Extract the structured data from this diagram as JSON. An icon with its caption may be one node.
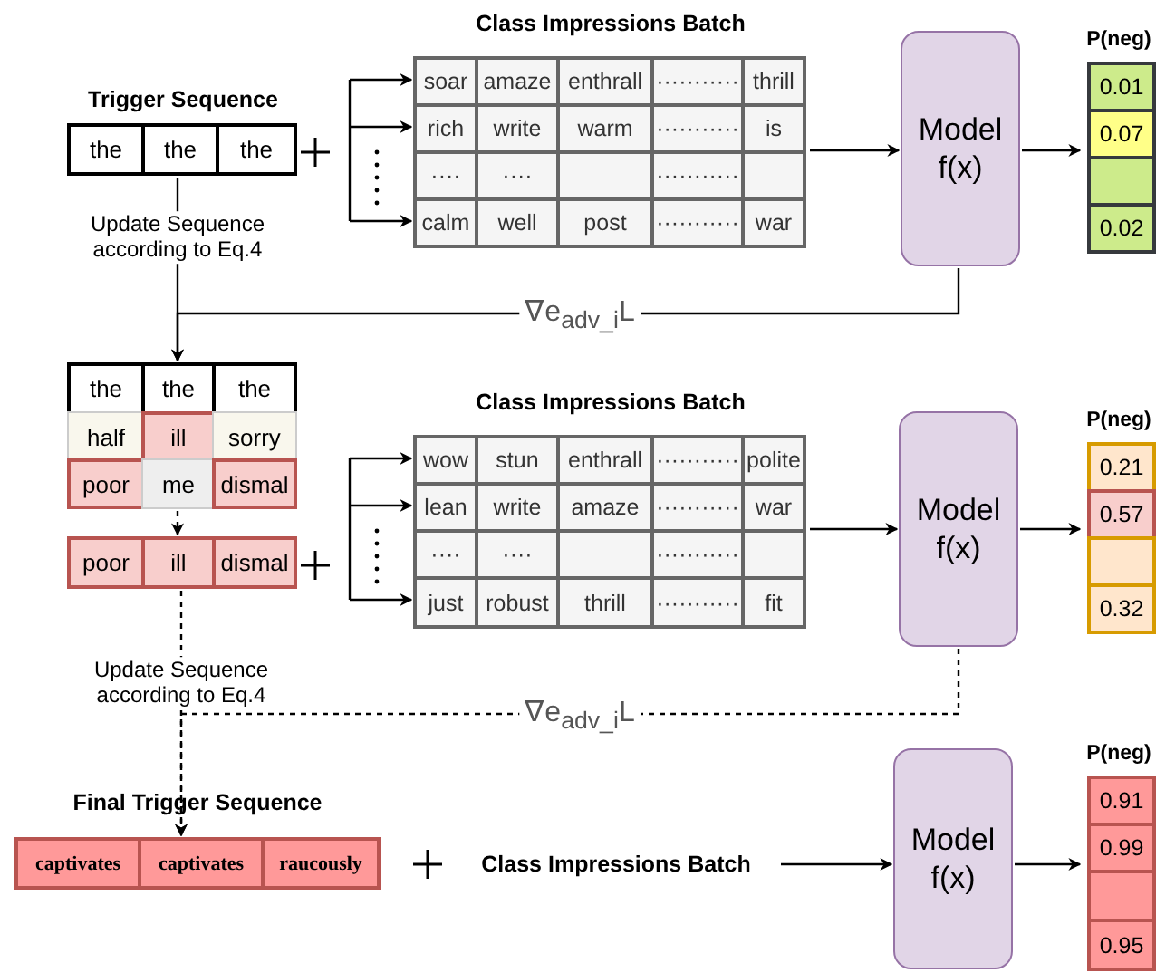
{
  "diagram": {
    "nodes": [
      {
        "text": [
          "Trigger Sequence"
        ]
      },
      {
        "text": [
          "the"
        ],
        "in": 0
      },
      {
        "text": [
          "the"
        ],
        "in": 0
      },
      {
        "text": [
          "the"
        ],
        "in": 0
      },
      {
        "text": [
          "Class Impressions Batch"
        ]
      },
      {
        "text": [
          "soar"
        ],
        "in": 4
      },
      {
        "text": [
          "amaze"
        ],
        "in": 4
      },
      {
        "text": [
          "enthrall"
        ],
        "in": 4
      },
      {
        "text": [
          "···········"
        ],
        "in": 4
      },
      {
        "text": [
          "thrill"
        ],
        "in": 4
      },
      {
        "text": [
          "rich"
        ],
        "in": 4
      },
      {
        "text": [
          "write"
        ],
        "in": 4
      },
      {
        "text": [
          "warm"
        ],
        "in": 4
      },
      {
        "text": [
          "···········"
        ],
        "in": 4
      },
      {
        "text": [
          "is"
        ],
        "in": 4
      },
      {
        "text": [
          "····"
        ],
        "in": 4
      },
      {
        "text": [
          "····"
        ],
        "in": 4
      },
      {
        "text": [],
        "shape": "box",
        "in": 4
      },
      {
        "text": [
          "···········"
        ],
        "in": 4
      },
      {
        "text": [],
        "shape": "box",
        "in": 4
      },
      {
        "text": [
          "calm"
        ],
        "in": 4
      },
      {
        "text": [
          "well"
        ],
        "in": 4
      },
      {
        "text": [
          "post"
        ],
        "in": 4
      },
      {
        "text": [
          "···········"
        ],
        "in": 4
      },
      {
        "text": [
          "war"
        ],
        "in": 4
      },
      {
        "text": [
          "Model f(x)"
        ]
      },
      {
        "text": [
          "P(neg)"
        ]
      },
      {
        "text": [
          "0.01"
        ],
        "in": 26
      },
      {
        "text": [
          "0.07"
        ],
        "in": 26
      },
      {
        "text": [],
        "shape": "box",
        "in": 26
      },
      {
        "text": [
          "0.02"
        ],
        "in": 26
      },
      {
        "text": [
          "the"
        ]
      },
      {
        "text": [
          "the"
        ]
      },
      {
        "text": [
          "the"
        ]
      },
      {
        "text": [
          "half"
        ]
      },
      {
        "text": [
          "ill"
        ]
      },
      {
        "text": [
          "sorry"
        ]
      },
      {
        "text": [
          "poor"
        ]
      },
      {
        "text": [
          "me"
        ]
      },
      {
        "text": [
          "dismal"
        ]
      },
      {
        "text": [
          "poor"
        ]
      },
      {
        "text": [
          "ill"
        ]
      },
      {
        "text": [
          "dismal"
        ]
      },
      {
        "text": [
          "Class Impressions Batch"
        ]
      },
      {
        "text": [
          "wow"
        ],
        "in": 43
      },
      {
        "text": [
          "stun"
        ],
        "in": 43
      },
      {
        "text": [
          "enthrall"
        ],
        "in": 43
      },
      {
        "text": [
          "···········"
        ],
        "in": 43
      },
      {
        "text": [
          "polite"
        ],
        "in": 43
      },
      {
        "text": [
          "lean"
        ],
        "in": 43
      },
      {
        "text": [
          "write"
        ],
        "in": 43
      },
      {
        "text": [
          "amaze"
        ],
        "in": 43
      },
      {
        "text": [
          "···········"
        ],
        "in": 43
      },
      {
        "text": [
          "war"
        ],
        "in": 43
      },
      {
        "text": [
          "····"
        ],
        "in": 43
      },
      {
        "text": [
          "····"
        ],
        "in": 43
      },
      {
        "text": [],
        "shape": "box",
        "in": 43
      },
      {
        "text": [
          "···········"
        ],
        "in": 43
      },
      {
        "text": [],
        "shape": "box",
        "in": 43
      },
      {
        "text": [
          "just"
        ],
        "in": 43
      },
      {
        "text": [
          "robust"
        ],
        "in": 43
      },
      {
        "text": [
          "thrill"
        ],
        "in": 43
      },
      {
        "text": [
          "···········"
        ],
        "in": 43
      },
      {
        "text": [
          "fit"
        ],
        "in": 43
      },
      {
        "text": [
          "Model f(x)"
        ]
      },
      {
        "text": [
          "P(neg)"
        ]
      },
      {
        "text": [
          "0.21"
        ],
        "in": 65
      },
      {
        "text": [
          "0.57"
        ],
        "in": 65
      },
      {
        "text": [],
        "shape": "box",
        "in": 65
      },
      {
        "text": [
          "0.32"
        ],
        "in": 65
      },
      {
        "text": [
          "Final Trigger Sequence"
        ]
      },
      {
        "text": [
          "captivates"
        ],
        "in": 70
      },
      {
        "text": [
          "captivates"
        ],
        "in": 70
      },
      {
        "text": [
          "raucously"
        ],
        "in": 70
      },
      {
        "text": [
          "Class Impressions Batch"
        ]
      },
      {
        "text": [
          "Model f(x)"
        ]
      },
      {
        "text": [
          "P(neg)"
        ]
      },
      {
        "text": [
          "0.91"
        ],
        "in": 76
      },
      {
        "text": [
          "0.99"
        ],
        "in": 76
      },
      {
        "text": [],
        "shape": "box",
        "in": 76
      },
      {
        "text": [
          "0.95"
        ],
        "in": 76
      }
    ],
    "edges": [
      {
        "from": null,
        "to": 5,
        "arrow": "to"
      },
      {
        "from": null,
        "to": 10,
        "arrow": "to"
      },
      {
        "from": null,
        "to": 20,
        "arrow": "to"
      },
      {
        "from": 4,
        "to": 25,
        "arrow": "to"
      },
      {
        "from": 25,
        "to": 26,
        "arrow": "to"
      },
      {
        "from": 2,
        "to": 32,
        "arrow": "to",
        "label": "Update Sequence according to Eq.4"
      },
      {
        "from": 25,
        "to": 32,
        "arrow": "to",
        "label": "∇e$_{adv_i}$L"
      },
      {
        "from": 38,
        "to": 41,
        "arrow": "to",
        "style": "dashed"
      },
      {
        "from": null,
        "to": 44,
        "arrow": "to"
      },
      {
        "from": null,
        "to": 49,
        "arrow": "to"
      },
      {
        "from": null,
        "to": 59,
        "arrow": "to"
      },
      {
        "from": 43,
        "to": 64,
        "arrow": "to"
      },
      {
        "from": 64,
        "to": 65,
        "arrow": "to"
      },
      {
        "from": 41,
        "to": 72,
        "arrow": "to",
        "style": "dashed",
        "label": "Update Sequence according to Eq.4"
      },
      {
        "from": 64,
        "to": 72,
        "arrow": "to",
        "style": "dashed",
        "label": "∇e$_{adv_i}$L"
      },
      {
        "from": 74,
        "to": 75,
        "arrow": "to"
      },
      {
        "from": 75,
        "to": 76,
        "arrow": "to"
      }
    ]
  }
}
